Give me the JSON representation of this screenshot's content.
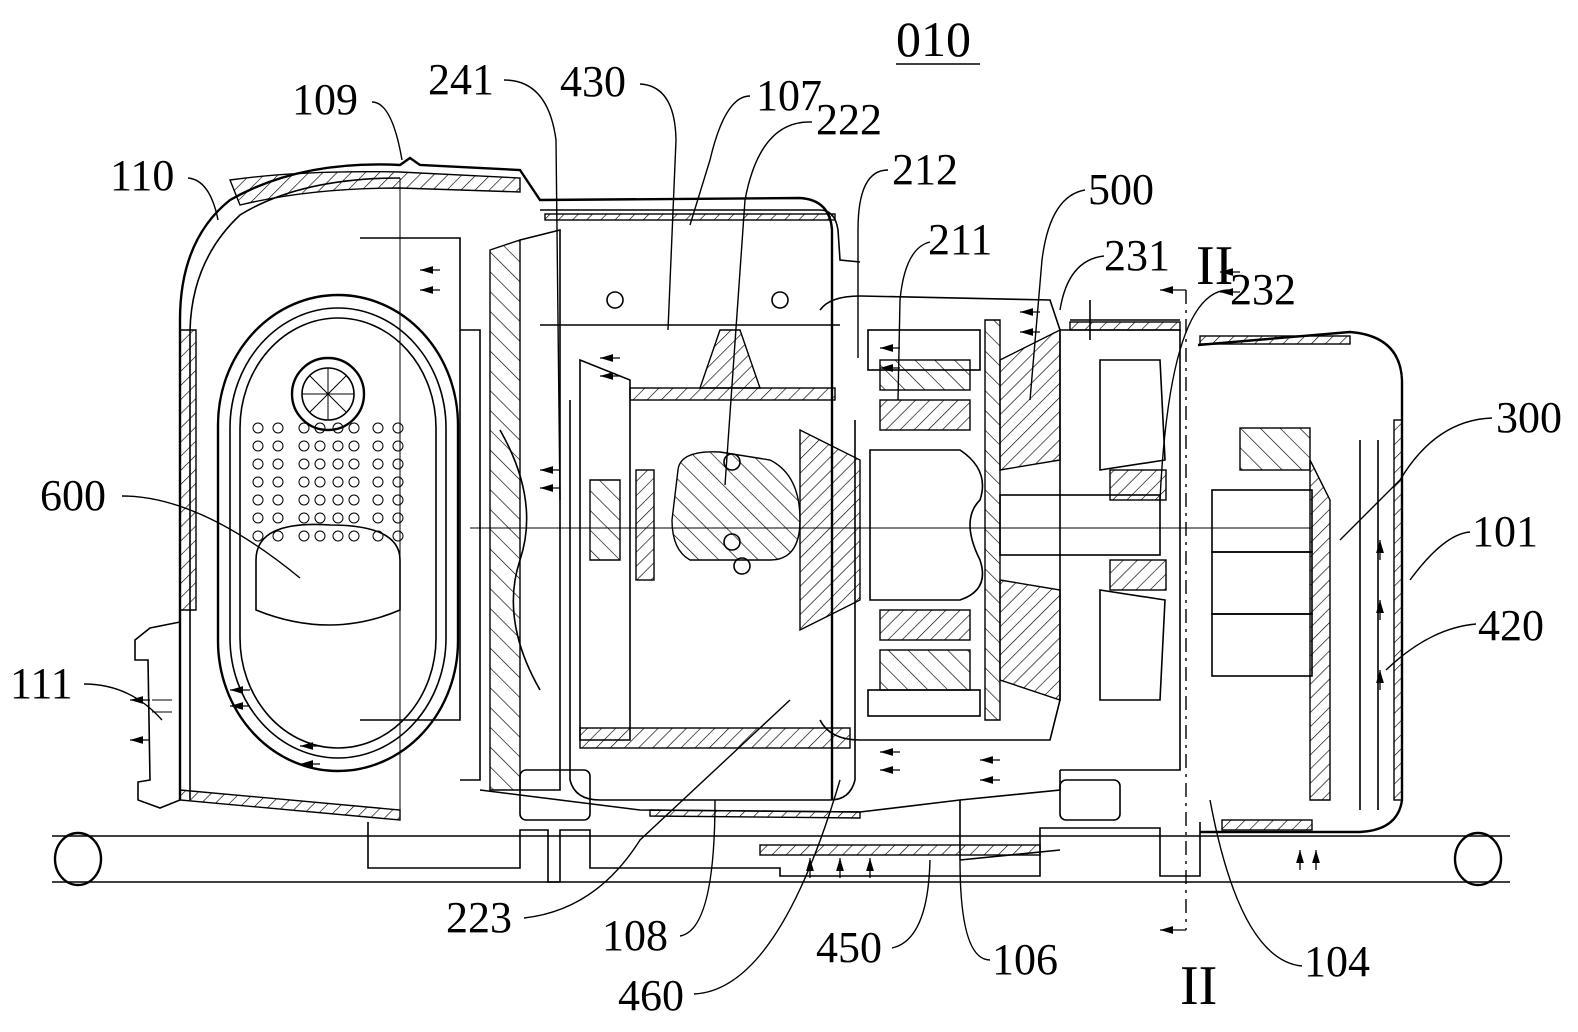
{
  "figure": {
    "title": "010",
    "section_marker": "II"
  },
  "labels": {
    "l110": "110",
    "l109": "109",
    "l241": "241",
    "l430": "430",
    "l107": "107",
    "l222": "222",
    "l212": "212",
    "l211": "211",
    "l500": "500",
    "l231": "231",
    "l232": "232",
    "l300": "300",
    "l101": "101",
    "l420": "420",
    "l600": "600",
    "l111": "111",
    "l223": "223",
    "l108": "108",
    "l460": "460",
    "l450": "450",
    "l106": "106",
    "l104": "104"
  }
}
